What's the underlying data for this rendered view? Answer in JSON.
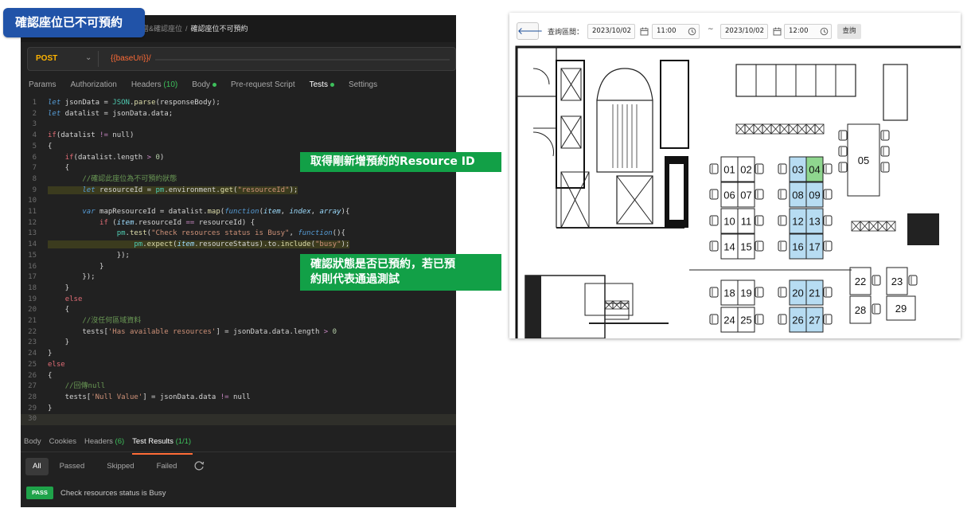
{
  "title_badge": "確認座位已不可預約",
  "postman": {
    "breadcrumb": {
      "parent": "增&確認座位",
      "separator": "/",
      "current": "確認座位不可預約"
    },
    "request": {
      "method": "POST",
      "url": "{{baseUri}}/"
    },
    "request_tabs": [
      {
        "label": "Params"
      },
      {
        "label": "Authorization"
      },
      {
        "label": "Headers",
        "count": "(10)"
      },
      {
        "label": "Body"
      },
      {
        "label": "Pre-request Script"
      },
      {
        "label": "Tests"
      },
      {
        "label": "Settings"
      }
    ],
    "code_lines": [
      "let jsonData = JSON.parse(responseBody);",
      "let datalist = jsonData.data;",
      "",
      "if(datalist != null)",
      "{",
      "    if(datalist.length > 0)",
      "    {",
      "        //確認此座位為不可預約狀態",
      "        let resourceId = pm.environment.get(\"resourceId\");",
      "",
      "        var mapResourceId = datalist.map(function(item, index, array){",
      "            if (item.resourceId == resourceId) {",
      "                pm.test(\"Check resources status is Busy\", function(){",
      "                    pm.expect(item.resourceStatus).to.include(\"busy\");",
      "                });",
      "            }",
      "        });",
      "    }",
      "    else",
      "    {",
      "        //沒任何區域資料",
      "        tests['Has available resources'] = jsonData.data.length > 0",
      "    }",
      "}",
      "else",
      "{",
      "    //回傳null",
      "    tests['Null Value'] = jsonData.data != null",
      "}",
      ""
    ],
    "response_tabs": [
      {
        "label": "Body"
      },
      {
        "label": "Cookies"
      },
      {
        "label": "Headers",
        "count": "(6)"
      },
      {
        "label": "Test Results",
        "count": "(1/1)"
      }
    ],
    "filters": [
      "All",
      "Passed",
      "Skipped",
      "Failed"
    ],
    "result": {
      "badge": "PASS",
      "text": "Check resources status is Busy"
    }
  },
  "callouts": {
    "first": "取得剛新增預約的Resource ID",
    "second_line1": "確認狀態是否已預約，若已預",
    "second_line2": "約則代表通過測試"
  },
  "seat_map": {
    "query_label": "查詢區間：",
    "start_date": "2023/10/02",
    "start_time": "11:00",
    "separator": "~",
    "end_date": "2023/10/02",
    "end_time": "12:00",
    "search_label": "查詢",
    "colors": {
      "available": "#b7dcf2",
      "selected": "#8fd68f"
    },
    "seats": [
      {
        "label": "01",
        "state": "normal"
      },
      {
        "label": "02",
        "state": "normal"
      },
      {
        "label": "03",
        "state": "available"
      },
      {
        "label": "04",
        "state": "selected"
      },
      {
        "label": "05",
        "state": "normal"
      },
      {
        "label": "06",
        "state": "normal"
      },
      {
        "label": "07",
        "state": "normal"
      },
      {
        "label": "08",
        "state": "available"
      },
      {
        "label": "09",
        "state": "available"
      },
      {
        "label": "10",
        "state": "normal"
      },
      {
        "label": "11",
        "state": "normal"
      },
      {
        "label": "12",
        "state": "available"
      },
      {
        "label": "13",
        "state": "available"
      },
      {
        "label": "14",
        "state": "normal"
      },
      {
        "label": "15",
        "state": "normal"
      },
      {
        "label": "16",
        "state": "available"
      },
      {
        "label": "17",
        "state": "available"
      },
      {
        "label": "18",
        "state": "normal"
      },
      {
        "label": "19",
        "state": "normal"
      },
      {
        "label": "20",
        "state": "available"
      },
      {
        "label": "21",
        "state": "available"
      },
      {
        "label": "22",
        "state": "normal"
      },
      {
        "label": "23",
        "state": "normal"
      },
      {
        "label": "24",
        "state": "normal"
      },
      {
        "label": "25",
        "state": "normal"
      },
      {
        "label": "26",
        "state": "available"
      },
      {
        "label": "27",
        "state": "available"
      },
      {
        "label": "28",
        "state": "normal"
      },
      {
        "label": "29",
        "state": "normal"
      }
    ]
  }
}
